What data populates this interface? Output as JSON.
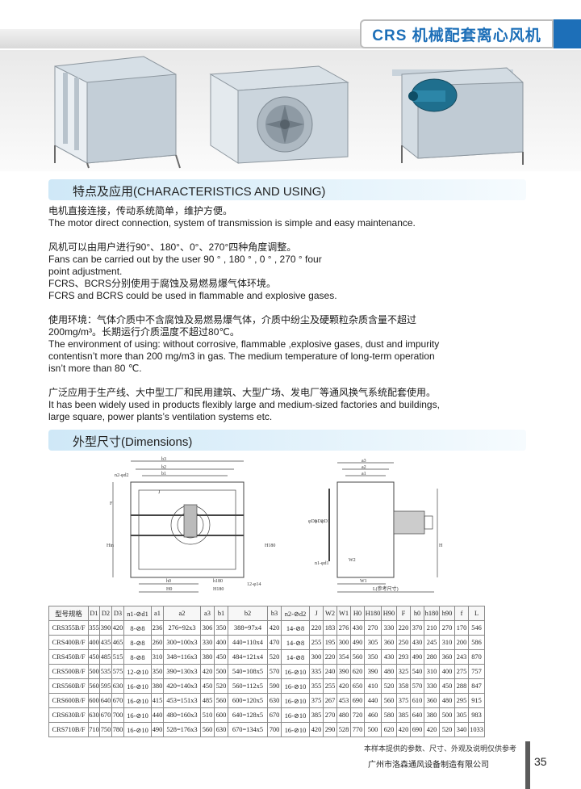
{
  "header": {
    "title": "CRS 机械配套离心风机"
  },
  "photos": [
    {
      "alt": "fan-photo-1"
    },
    {
      "alt": "fan-photo-2"
    },
    {
      "alt": "fan-photo-3"
    }
  ],
  "characteristics": {
    "title": "特点及应用(CHARACTERISTICS AND USING)",
    "p1": [
      "电机直接连接，传动系统简单，维护方便。",
      "The motor direct connection, system of transmission is simple and easy maintenance."
    ],
    "p2": [
      "风机可以由用户进行90°、180°、0°、270°四种角度调整。",
      "Fans can be carried out by the user 90 ° , 180 ° , 0 ° , 270 °    four",
      "point adjustment.",
      "FCRS、BCRS分别使用于腐蚀及易燃易爆气体环境。",
      "FCRS and BCRS could be used in flammable and explosive gases."
    ],
    "p3": [
      "使用环境：气体介质中不含腐蚀及易燃易爆气体，介质中纷尘及硬颗粒杂质含量不超过",
      "200mg/m³。长期运行介质温度不超过80℃。",
      "The environment of using: without corrosive, flammable ,explosive gases, dust and impurity",
      "contentisn’t more than 200 mg/m3 in gas. The medium temperature of long-term operation",
      "isn’t more than 80 ℃."
    ],
    "p4": [
      "广泛应用于生产线、大中型工厂和民用建筑、大型广场、发电厂等通风换气系统配套使用。",
      "It has been widely used in products flexibly large and medium-sized factories and buildings,",
      "large square, power plants’s ventilation systems etc."
    ]
  },
  "dimensions": {
    "title": "外型尺寸(Dimensions)",
    "front_labels": {
      "b3": "b3",
      "b2": "b2",
      "b1": "b1",
      "n2d2": "n2-φd2",
      "J": "J",
      "F": "F",
      "Hin": "Hin",
      "H180": "H180",
      "h0": "h0",
      "H0": "H0",
      "h180": "h180",
      "H180b": "H180",
      "bolt": "12-φ14"
    },
    "side_labels": {
      "a3": "a3",
      "a2": "a2",
      "a1": "a1",
      "D3": "φD3",
      "D2": "φD2",
      "D1": "φD1",
      "n1d1": "n1-φd1",
      "W2": "W2",
      "W1": "W1",
      "L": "L(参考尺寸)",
      "H": "H"
    }
  },
  "table": {
    "headers": [
      "型号规格",
      "D1",
      "D2",
      "D3",
      "n1-⊘d1",
      "a1",
      "a2",
      "a3",
      "b1",
      "b2",
      "b3",
      "n2-⊘d2",
      "J",
      "W2",
      "W1",
      "H0",
      "H180",
      "H90",
      "F",
      "h0",
      "h180",
      "h90",
      "f",
      "L"
    ],
    "rows": [
      [
        "CRS355B/F",
        "355",
        "390",
        "420",
        "8-⊘8",
        "236",
        "276=92x3",
        "306",
        "350",
        "388=97x4",
        "420",
        "14-⊘8",
        "220",
        "183",
        "276",
        "430",
        "270",
        "330",
        "220",
        "370",
        "210",
        "270",
        "170",
        "546"
      ],
      [
        "CRS400B/F",
        "400",
        "435",
        "465",
        "8-⊘8",
        "260",
        "300=100x3",
        "330",
        "400",
        "440=110x4",
        "470",
        "14-⊘8",
        "255",
        "195",
        "300",
        "490",
        "305",
        "360",
        "250",
        "430",
        "245",
        "310",
        "200",
        "586"
      ],
      [
        "CRS450B/F",
        "450",
        "485",
        "515",
        "8-⊘8",
        "310",
        "348=116x3",
        "380",
        "450",
        "484=121x4",
        "520",
        "14-⊘8",
        "300",
        "220",
        "354",
        "560",
        "350",
        "430",
        "293",
        "490",
        "280",
        "360",
        "243",
        "870"
      ],
      [
        "CRS500B/F",
        "500",
        "535",
        "575",
        "12-⊘10",
        "350",
        "390=130x3",
        "420",
        "500",
        "540=108x5",
        "570",
        "16-⊘10",
        "335",
        "240",
        "390",
        "620",
        "390",
        "480",
        "325",
        "540",
        "310",
        "400",
        "275",
        "757"
      ],
      [
        "CRS560B/F",
        "560",
        "595",
        "630",
        "16-⊘10",
        "380",
        "420=140x3",
        "450",
        "520",
        "560=112x5",
        "590",
        "16-⊘10",
        "355",
        "255",
        "420",
        "650",
        "410",
        "520",
        "358",
        "570",
        "330",
        "450",
        "288",
        "847"
      ],
      [
        "CRS600B/F",
        "600",
        "640",
        "670",
        "16-⊘10",
        "415",
        "453=151x3",
        "485",
        "560",
        "600=120x5",
        "630",
        "16-⊘10",
        "375",
        "267",
        "453",
        "690",
        "440",
        "560",
        "375",
        "610",
        "360",
        "480",
        "295",
        "915"
      ],
      [
        "CRS630B/F",
        "630",
        "670",
        "700",
        "16-⊘10",
        "440",
        "480=160x3",
        "510",
        "600",
        "640=128x5",
        "670",
        "16-⊘10",
        "385",
        "270",
        "480",
        "720",
        "460",
        "580",
        "385",
        "640",
        "380",
        "500",
        "305",
        "983"
      ],
      [
        "CRS710B/F",
        "710",
        "750",
        "780",
        "16-⊘10",
        "490",
        "528=176x3",
        "560",
        "630",
        "670=134x5",
        "700",
        "16-⊘10",
        "420",
        "290",
        "528",
        "770",
        "500",
        "620",
        "420",
        "690",
        "420",
        "520",
        "340",
        "1033"
      ]
    ]
  },
  "footer": {
    "note": "本样本提供的参数、尺寸、外观及说明仅供参考",
    "company": "广州市洛森通风设备制造有限公司",
    "page": "35"
  }
}
